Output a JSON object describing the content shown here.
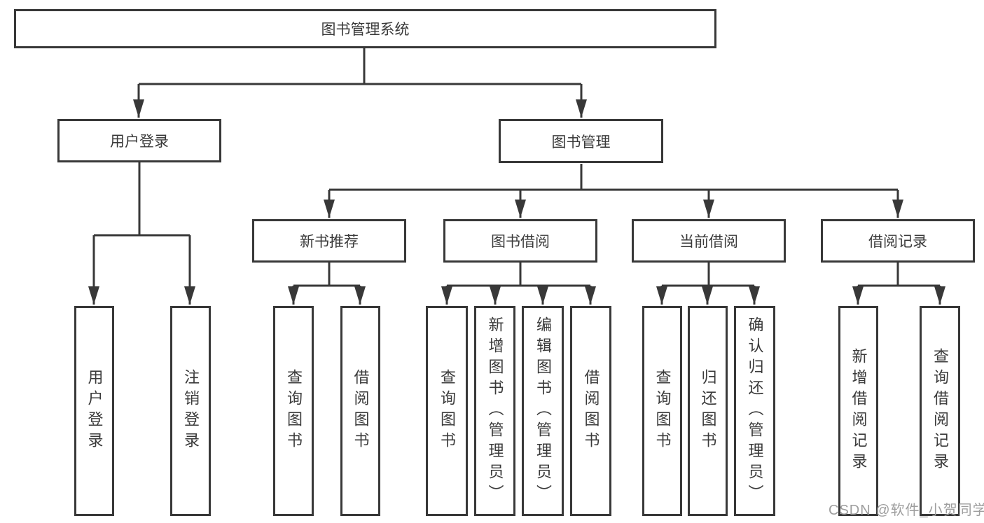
{
  "nodes": {
    "root": {
      "label": "图书管理系统"
    },
    "level2": [
      {
        "id": "user-login",
        "label": "用户登录"
      },
      {
        "id": "book-management",
        "label": "图书管理"
      }
    ],
    "level3": [
      {
        "id": "new-book-recommend",
        "label": "新书推荐"
      },
      {
        "id": "book-borrow",
        "label": "图书借阅"
      },
      {
        "id": "current-borrow",
        "label": "当前借阅"
      },
      {
        "id": "borrow-records",
        "label": "借阅记录"
      }
    ],
    "leaves": [
      {
        "id": "user-login",
        "parent": "user-login",
        "label": "用户登录"
      },
      {
        "id": "logout",
        "parent": "user-login",
        "label": "注销登录"
      },
      {
        "id": "query-books-recommend",
        "parent": "new-book-recommend",
        "label": "查询图书"
      },
      {
        "id": "borrow-books-recommend",
        "parent": "new-book-recommend",
        "label": "借阅图书"
      },
      {
        "id": "query-books-borrow",
        "parent": "book-borrow",
        "label": "查询图书"
      },
      {
        "id": "add-books-admin",
        "parent": "book-borrow",
        "label": "新增图书（管理员）"
      },
      {
        "id": "edit-books-admin",
        "parent": "book-borrow",
        "label": "编辑图书（管理员）"
      },
      {
        "id": "borrow-books",
        "parent": "book-borrow",
        "label": "借阅图书"
      },
      {
        "id": "query-books-current",
        "parent": "current-borrow",
        "label": "查询图书"
      },
      {
        "id": "return-books",
        "parent": "current-borrow",
        "label": "归还图书"
      },
      {
        "id": "confirm-return-admin",
        "parent": "current-borrow",
        "label": "确认归还（管理员）"
      },
      {
        "id": "add-borrow-record",
        "parent": "borrow-records",
        "label": "新增借阅记录"
      },
      {
        "id": "query-borrow-record",
        "parent": "borrow-records",
        "label": "查询借阅记录"
      }
    ]
  },
  "watermark": {
    "text": "CSDN @软件_小贺同学"
  },
  "colors": {
    "line": "#383838",
    "box_border": "#383838",
    "text": "#3a3a3a",
    "background": "#ffffff",
    "watermark": "#9e9e9e"
  }
}
